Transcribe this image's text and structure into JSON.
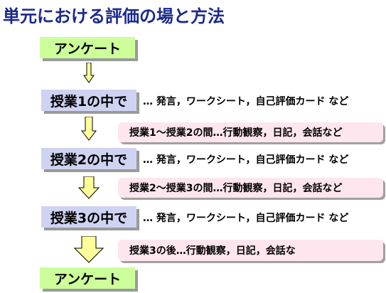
{
  "title": "単元における評価の場と方法",
  "flow": {
    "survey_start": "アンケート",
    "lesson1": "授業1の中で",
    "lesson1_methods": "… 発言，ワークシート，自己評価カード など",
    "between12": "授業1～授業2の間…行動観察，日記，会話など",
    "lesson2": "授業2の中で",
    "lesson2_methods": "… 発言，ワークシート，自己評価カード など",
    "between23": "授業2～授業3の間…行動観察，日記，会話など",
    "lesson3": "授業3の中で",
    "lesson3_methods": "… 発言，ワークシート，自己評価カード など",
    "after3": "授業3の後…行動観察，日記，会話な",
    "survey_end": "アンケート"
  },
  "colors": {
    "title": "#1a2a8c",
    "survey_fill": "#ccff99",
    "lesson_fill": "#cfd3f2",
    "between_fill": "#ffe6ee",
    "arrow_fill": "#ffff99",
    "shadow": "#9a9a9a"
  }
}
